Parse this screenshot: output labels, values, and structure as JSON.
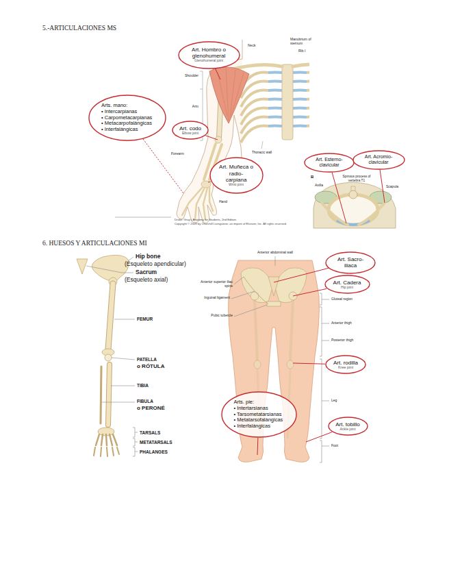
{
  "diagram": {
    "nodes": [
      {
        "text": [
          "Art. Hombro o glenohumeral",
          "Glenohumeral joint"
        ]
      },
      {
        "text": [
          "Arts. mano:",
          "• Intercarpianas",
          "• Carpometacarpianas",
          "• Metacarpofalángicas",
          "• Interfalángicas"
        ]
      },
      {
        "text": [
          "Art. codo",
          "Elbow joint"
        ]
      },
      {
        "text": [
          "Art. Muñeca o radio-carpiana",
          "Wrist joint"
        ]
      },
      {
        "text": [
          "Art. Esterno-clavicular"
        ]
      },
      {
        "text": [
          "Art. Acromio-clavicular"
        ]
      },
      {
        "text": [
          "Art. Sacro-iliaca"
        ]
      },
      {
        "text": [
          "Art. Cadera",
          "Hip joint"
        ]
      },
      {
        "text": [
          "Art. rodilla",
          "Knee joint"
        ]
      },
      {
        "text": [
          "Arts. pie:",
          "• Intertarsianas",
          "• Tarsometatarsianas",
          "• Metatarsofalángicas",
          "• Interfalángicas"
        ]
      },
      {
        "text": [
          "Art. tobillo",
          "Ankle joint"
        ]
      }
    ],
    "labels": [
      "5.-ARTICULACIONES MS",
      "Neck",
      "Manubrium of sternum",
      "Rib I",
      "Shoulder",
      "Arm",
      "Forearm",
      "Thoracic wall",
      "Hand",
      "B",
      "Axilla",
      "Spinous process of vertebra T1",
      "Scapula",
      "Drake: Gray's Anatomy for Students, 2nd Edition.",
      "Copyright © 2009 by Churchill Livingstone, an imprint of Elsevier, Inc. All rights reserved.",
      "6. HUESOS Y ARTICULACIONES MI",
      "Hip bone",
      "(Esqueleto apendicular)",
      "Sacrum",
      "(Esqueleto axial)",
      "FEMUR",
      "PATELLA",
      "o RÓTULA",
      "TIBIA",
      "FIBULA",
      "o PERONÉ",
      "TARSALS",
      "METATARSALS",
      "PHALANGES",
      "Anterior abdominal wall",
      "Anterior superior iliac spine",
      "Inguinal ligament",
      "Pubic tubercle",
      "Gluteal region",
      "Anterior thigh",
      "Posterior thigh",
      "Leg",
      "Foot"
    ]
  }
}
